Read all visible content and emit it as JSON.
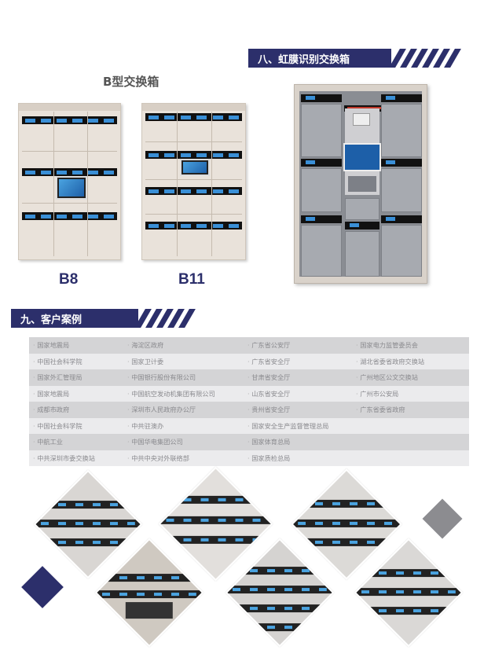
{
  "section8": {
    "title": "八、虹膜识别交换箱"
  },
  "section9": {
    "title": "九、客户案例"
  },
  "lockers": {
    "b_title": "B型交换箱",
    "label_b8": "B8",
    "label_b11": "B11"
  },
  "clients": [
    [
      "国家地震局",
      "海淀区政府",
      "广东省公安厅",
      "国家电力监管委员会"
    ],
    [
      "中国社会科学院",
      "国家卫计委",
      "广东省安全厅",
      "湖北省委省政府交换站"
    ],
    [
      "国家外汇管理局",
      "中国银行股份有限公司",
      "甘肃省安全厅",
      "广州地区公文交换站"
    ],
    [
      "国家地震局",
      "中国航空发动机集团有限公司",
      "山东省安全厅",
      "广州市公安局"
    ],
    [
      "成都市政府",
      "深圳市人民政府办公厅",
      "贵州省安全厅",
      "广东省委省政府"
    ],
    [
      "中国社会科学院",
      "中共驻澳办",
      "国家安全生产监督管理总局",
      ""
    ],
    [
      "中航工业",
      "中国华电集团公司",
      "国家体育总局",
      ""
    ],
    [
      "中共深圳市委交换站",
      "中共中央对外联络部",
      "国家质检总局",
      ""
    ]
  ],
  "colors": {
    "navy": "#2c2f6b",
    "gray": "#8c8c90"
  }
}
